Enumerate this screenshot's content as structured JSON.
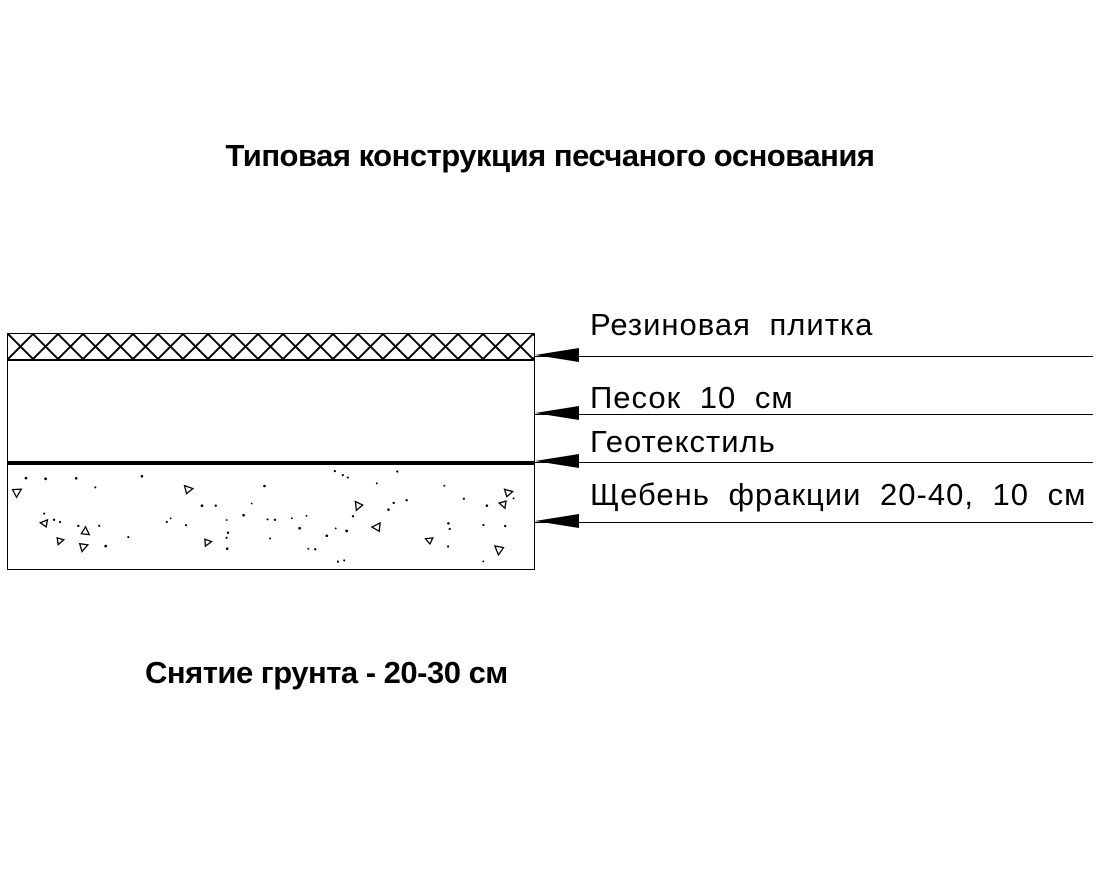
{
  "title": "Типовая конструкция песчаного основания",
  "layers": [
    {
      "label": "Резиновая плитка"
    },
    {
      "label": "Песок 10 см"
    },
    {
      "label": "Геотекстиль"
    },
    {
      "label": "Щебень фракции 20-40, 10 см"
    }
  ],
  "note": "Снятие грунта - 20-30 см",
  "colors": {
    "line": "#000000",
    "background": "#ffffff"
  }
}
